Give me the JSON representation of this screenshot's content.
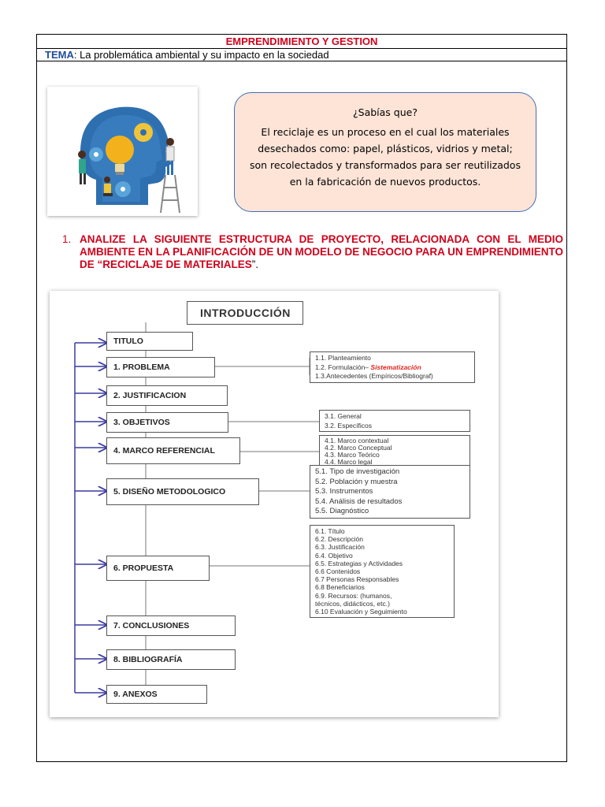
{
  "header": {
    "title": "EMPRENDIMIENTO Y GESTION",
    "tema_label": "TEMA",
    "tema_text": ":  La problemática ambiental y su impacto en la sociedad"
  },
  "callout": {
    "question": "¿Sabías que?",
    "text": "El reciclaje es un proceso en el cual los materiales desechados como: papel,  plásticos, vidrios y metal; son recolectados y transformados para ser reutilizados en la fabricación de nuevos productos."
  },
  "instruction": {
    "number": "1.",
    "text": "ANALIZE LA SIGUIENTE ESTRUCTURA DE PROYECTO, RELACIONADA CON EL MEDIO AMBIENTE EN LA PLANIFICACIÓN DE UN MODELO DE NEGOCIO PARA UN EMPRENDIMIENTO DE “RECICLAJE DE MATERIALES",
    "tail": "”."
  },
  "diagram": {
    "intro": "INTRODUCCIÓN",
    "sections": {
      "titulo": "TITULO",
      "problema": "1. PROBLEMA",
      "justificacion": "2. JUSTIFICACION",
      "objetivos": "3. OBJETIVOS",
      "marco": "4. MARCO  REFERENCIAL",
      "diseno": "5. DISEÑO METODOLOGICO",
      "propuesta": "6. PROPUESTA",
      "conclusiones": "7. CONCLUSIONES",
      "bibliografia": "8. BIBLIOGRAFÍA",
      "anexos": "9. ANEXOS"
    },
    "problema_items": [
      "1.1. Planteamiento",
      "1.2. Formulación– ",
      "1.3.Antecedentes (Empíricos/Bibliograf)"
    ],
    "problema_highlight": "Sistematización",
    "objetivos_items": [
      "3.1. General",
      "3.2. Específicos"
    ],
    "marco_items": [
      "4.1. Marco contextual",
      "4.2. Marco Conceptual",
      "4.3. Marco Teórico",
      "4.4. Marco legal"
    ],
    "diseno_items": [
      "5.1. Tipo de investigación",
      "5.2. Población y muestra",
      "5.3. Instrumentos",
      "5.4. Análisis de resultados",
      "5.5. Diagnóstico"
    ],
    "propuesta_items": [
      "6.1.  Título",
      "6.2.   Descripción",
      "6.3.  Justificación",
      "6.4.  Objetivo",
      "6.5.  Estrategias y Actividades",
      "6.6   Contenidos",
      "6.7   Personas Responsables",
      "6.8  Beneficiarios",
      "6.9.  Recursos: (humanos,",
      "   técnicos, didácticos, etc.)",
      "6.10 Evaluación y Seguimiento"
    ]
  }
}
